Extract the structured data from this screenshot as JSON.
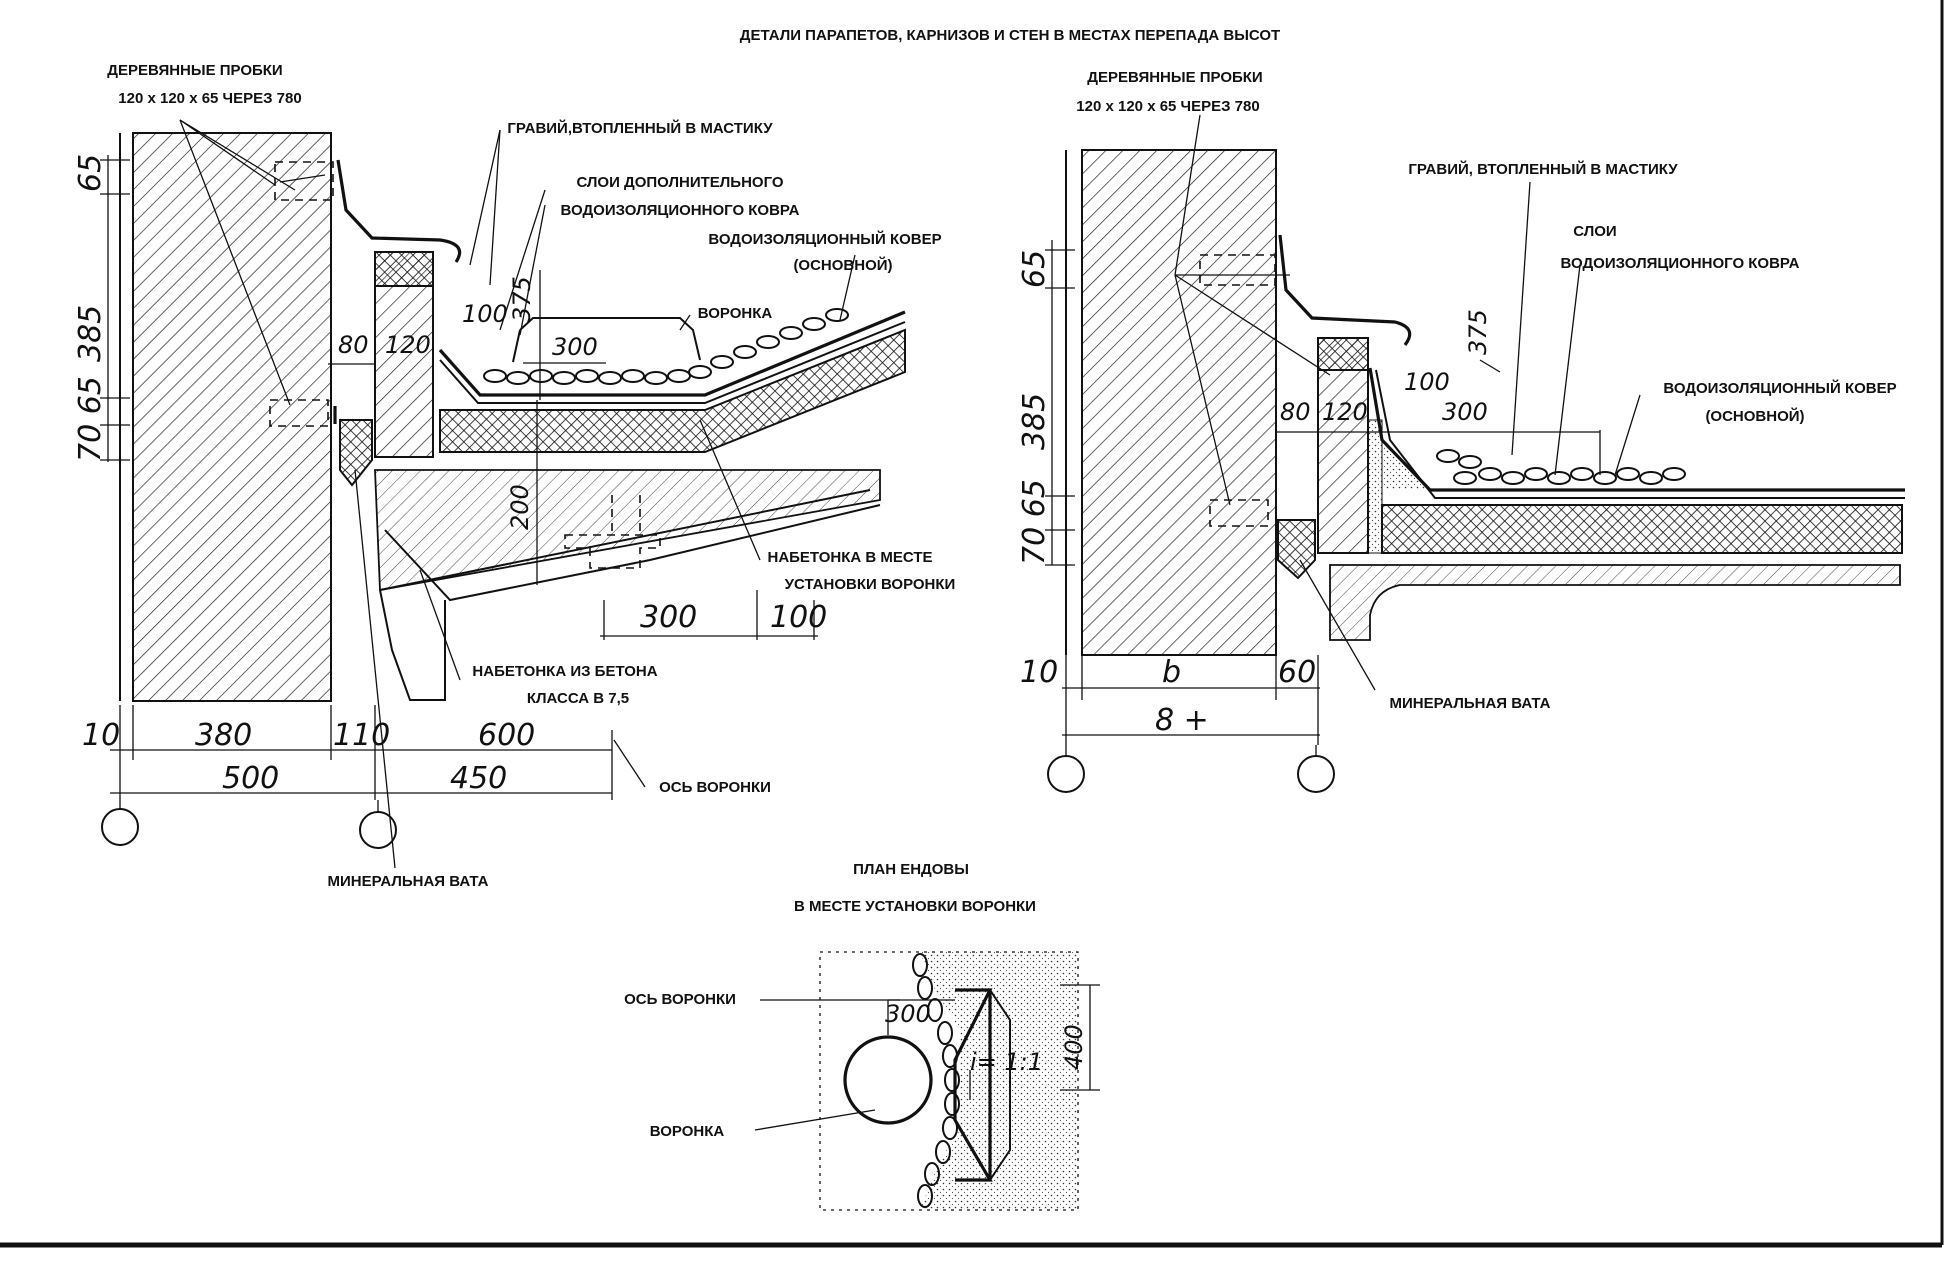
{
  "title": "ДЕТАЛИ ПАРАПЕТОВ, КАРНИЗОВ И СТЕН В МЕСТАХ ПЕРЕПАДА ВЫСОТ",
  "left_detail": {
    "labels": {
      "wood_plugs_1": "ДЕРЕВЯННЫЕ ПРОБКИ",
      "wood_plugs_2": "120 x 120 x 65 ЧЕРЕЗ 780",
      "gravel": "ГРАВИЙ,ВТОПЛЕННЫЙ В МАСТИКУ",
      "extra_layers_1": "СЛОИ ДОПОЛНИТЕЛЬНОГО",
      "extra_layers_2": "ВОДОИЗОЛЯЦИОННОГО КОВРА",
      "main_carpet_1": "ВОДОИЗОЛЯЦИОННЫЙ КОВЕР",
      "main_carpet_2": "(ОСНОВНОЙ)",
      "funnel": "ВОРОНКА",
      "screed_at_funnel_1": "НАБЕТОНКА В МЕСТЕ",
      "screed_at_funnel_2": "УСТАНОВКИ ВОРОНКИ",
      "screed_concrete_1": "НАБЕТОНКА ИЗ БЕТОНА",
      "screed_concrete_2": "КЛАССА В 7,5",
      "funnel_axis": "ОСЬ ВОРОНКИ",
      "mineral_wool": "МИНЕРАЛЬНАЯ ВАТА"
    },
    "dims": {
      "d65": "65",
      "d385": "385",
      "d7065": "70 65",
      "d80": "80",
      "d120": "120",
      "d100": "100",
      "d375": "375",
      "d300top": "300",
      "d200": "200",
      "d300bot": "300",
      "d100bot": "100",
      "d10": "10",
      "d380": "380",
      "d110": "110",
      "d600": "600",
      "d500": "500",
      "d450": "450"
    }
  },
  "right_detail": {
    "labels": {
      "wood_plugs_1": "ДЕРЕВЯННЫЕ ПРОБКИ",
      "wood_plugs_2": "120 x 120 x 65 ЧЕРЕЗ 780",
      "gravel": "ГРАВИЙ, ВТОПЛЕННЫЙ В МАСТИКУ",
      "layers_1": "СЛОИ",
      "layers_2": "ВОДОИЗОЛЯЦИОННОГО  КОВРА",
      "main_carpet_1": "ВОДОИЗОЛЯЦИОННЫЙ КОВЕР",
      "main_carpet_2": "(ОСНОВНОЙ)",
      "mineral_wool": "МИНЕРАЛЬНАЯ ВАТА"
    },
    "dims": {
      "d65": "65",
      "d385": "385",
      "d7065": "70 65",
      "d80": "80",
      "d120": "120",
      "d100": "100",
      "d375": "375",
      "d300": "300",
      "d10": "10",
      "db": "b",
      "d60": "60",
      "dB": "8 +"
    }
  },
  "plan": {
    "title_1": "ПЛАН  ЕНДОВЫ",
    "title_2": "В МЕСТЕ УСТАНОВКИ ВОРОНКИ",
    "funnel_axis": "ОСЬ ВОРОНКИ",
    "funnel": "ВОРОНКА",
    "d300": "300",
    "d400": "400",
    "slope": "i= 1:1"
  }
}
